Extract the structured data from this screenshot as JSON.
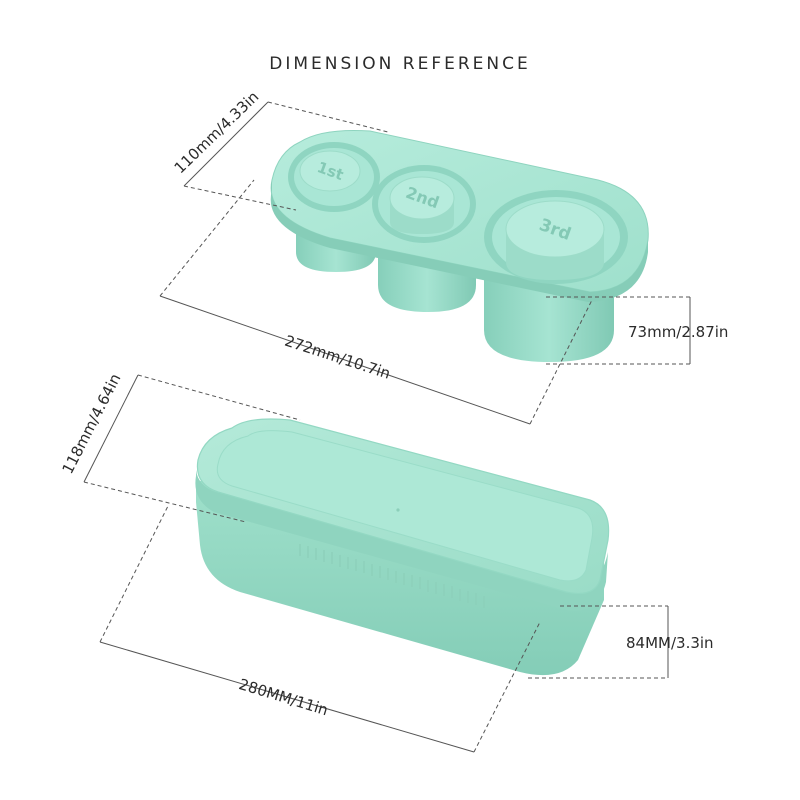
{
  "title": "DIMENSION REFERENCE",
  "colors": {
    "silicone": "#9ee0cc",
    "silicone_light": "#b4ebdb",
    "silicone_dark": "#7fc9b4",
    "silicone_edge": "#6db8a3",
    "dimension_line": "#555555",
    "text": "#2b2b2b"
  },
  "tray": {
    "cavity_labels": [
      "1st",
      "2nd",
      "3rd"
    ],
    "width_label": "110mm/4.33in",
    "length_label": "272mm/10.7in",
    "height_label": "73mm/2.87in"
  },
  "container": {
    "width_label": "118mm/4.64in",
    "length_label": "280MM/11in",
    "height_label": "84MM/3.3in"
  }
}
